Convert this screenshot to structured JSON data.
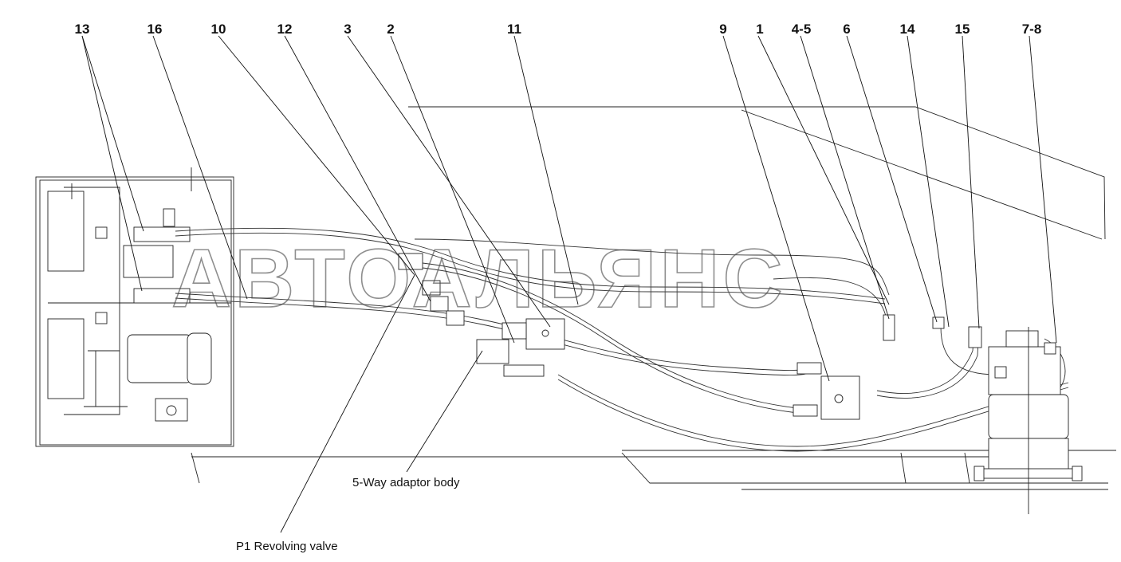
{
  "watermark": "АВТОАЛЬЯНС",
  "callouts": [
    "13",
    "16",
    "10",
    "12",
    "3",
    "2",
    "11",
    "9",
    "1",
    "4-5",
    "6",
    "14",
    "15",
    "7-8"
  ],
  "captions": {
    "adaptor": "5-Way adaptor body",
    "valve": "P1 Revolving valve"
  }
}
